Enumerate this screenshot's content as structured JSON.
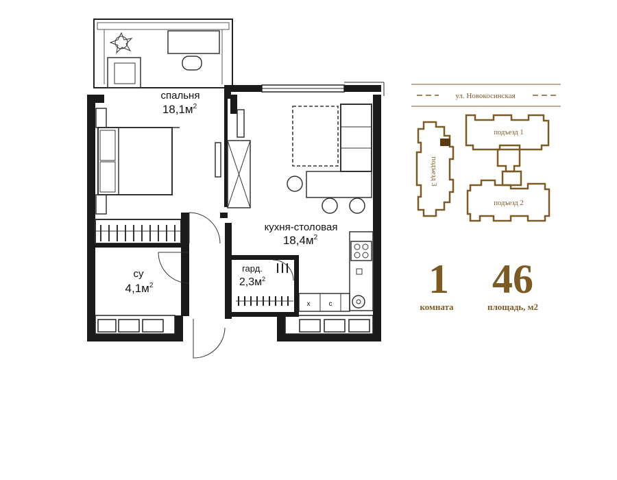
{
  "plan": {
    "rooms": [
      {
        "id": "bedroom",
        "name": "спальня",
        "area": "18,1м",
        "sup": "2"
      },
      {
        "id": "kitchen",
        "name": "кухня-столовая",
        "area": "18,4м",
        "sup": "2"
      },
      {
        "id": "bathroom",
        "name": "су",
        "area": "4,1м",
        "sup": "2"
      },
      {
        "id": "wardrobe",
        "name": "гард.",
        "area": "2,3м",
        "sup": "2"
      }
    ],
    "appliance_labels": {
      "fridge": "х",
      "washer": "с"
    }
  },
  "building": {
    "street": "ул. Новокосинская",
    "entrances": [
      "подъезд 1",
      "подъезд 2",
      "подъезд 3"
    ]
  },
  "summary": {
    "rooms_value": "1",
    "rooms_label": "комната",
    "area_value": "46",
    "area_label": "площадь, м2"
  },
  "colors": {
    "accent": "#7b5a24",
    "wall": "#1a1a1a",
    "line": "#333333"
  }
}
